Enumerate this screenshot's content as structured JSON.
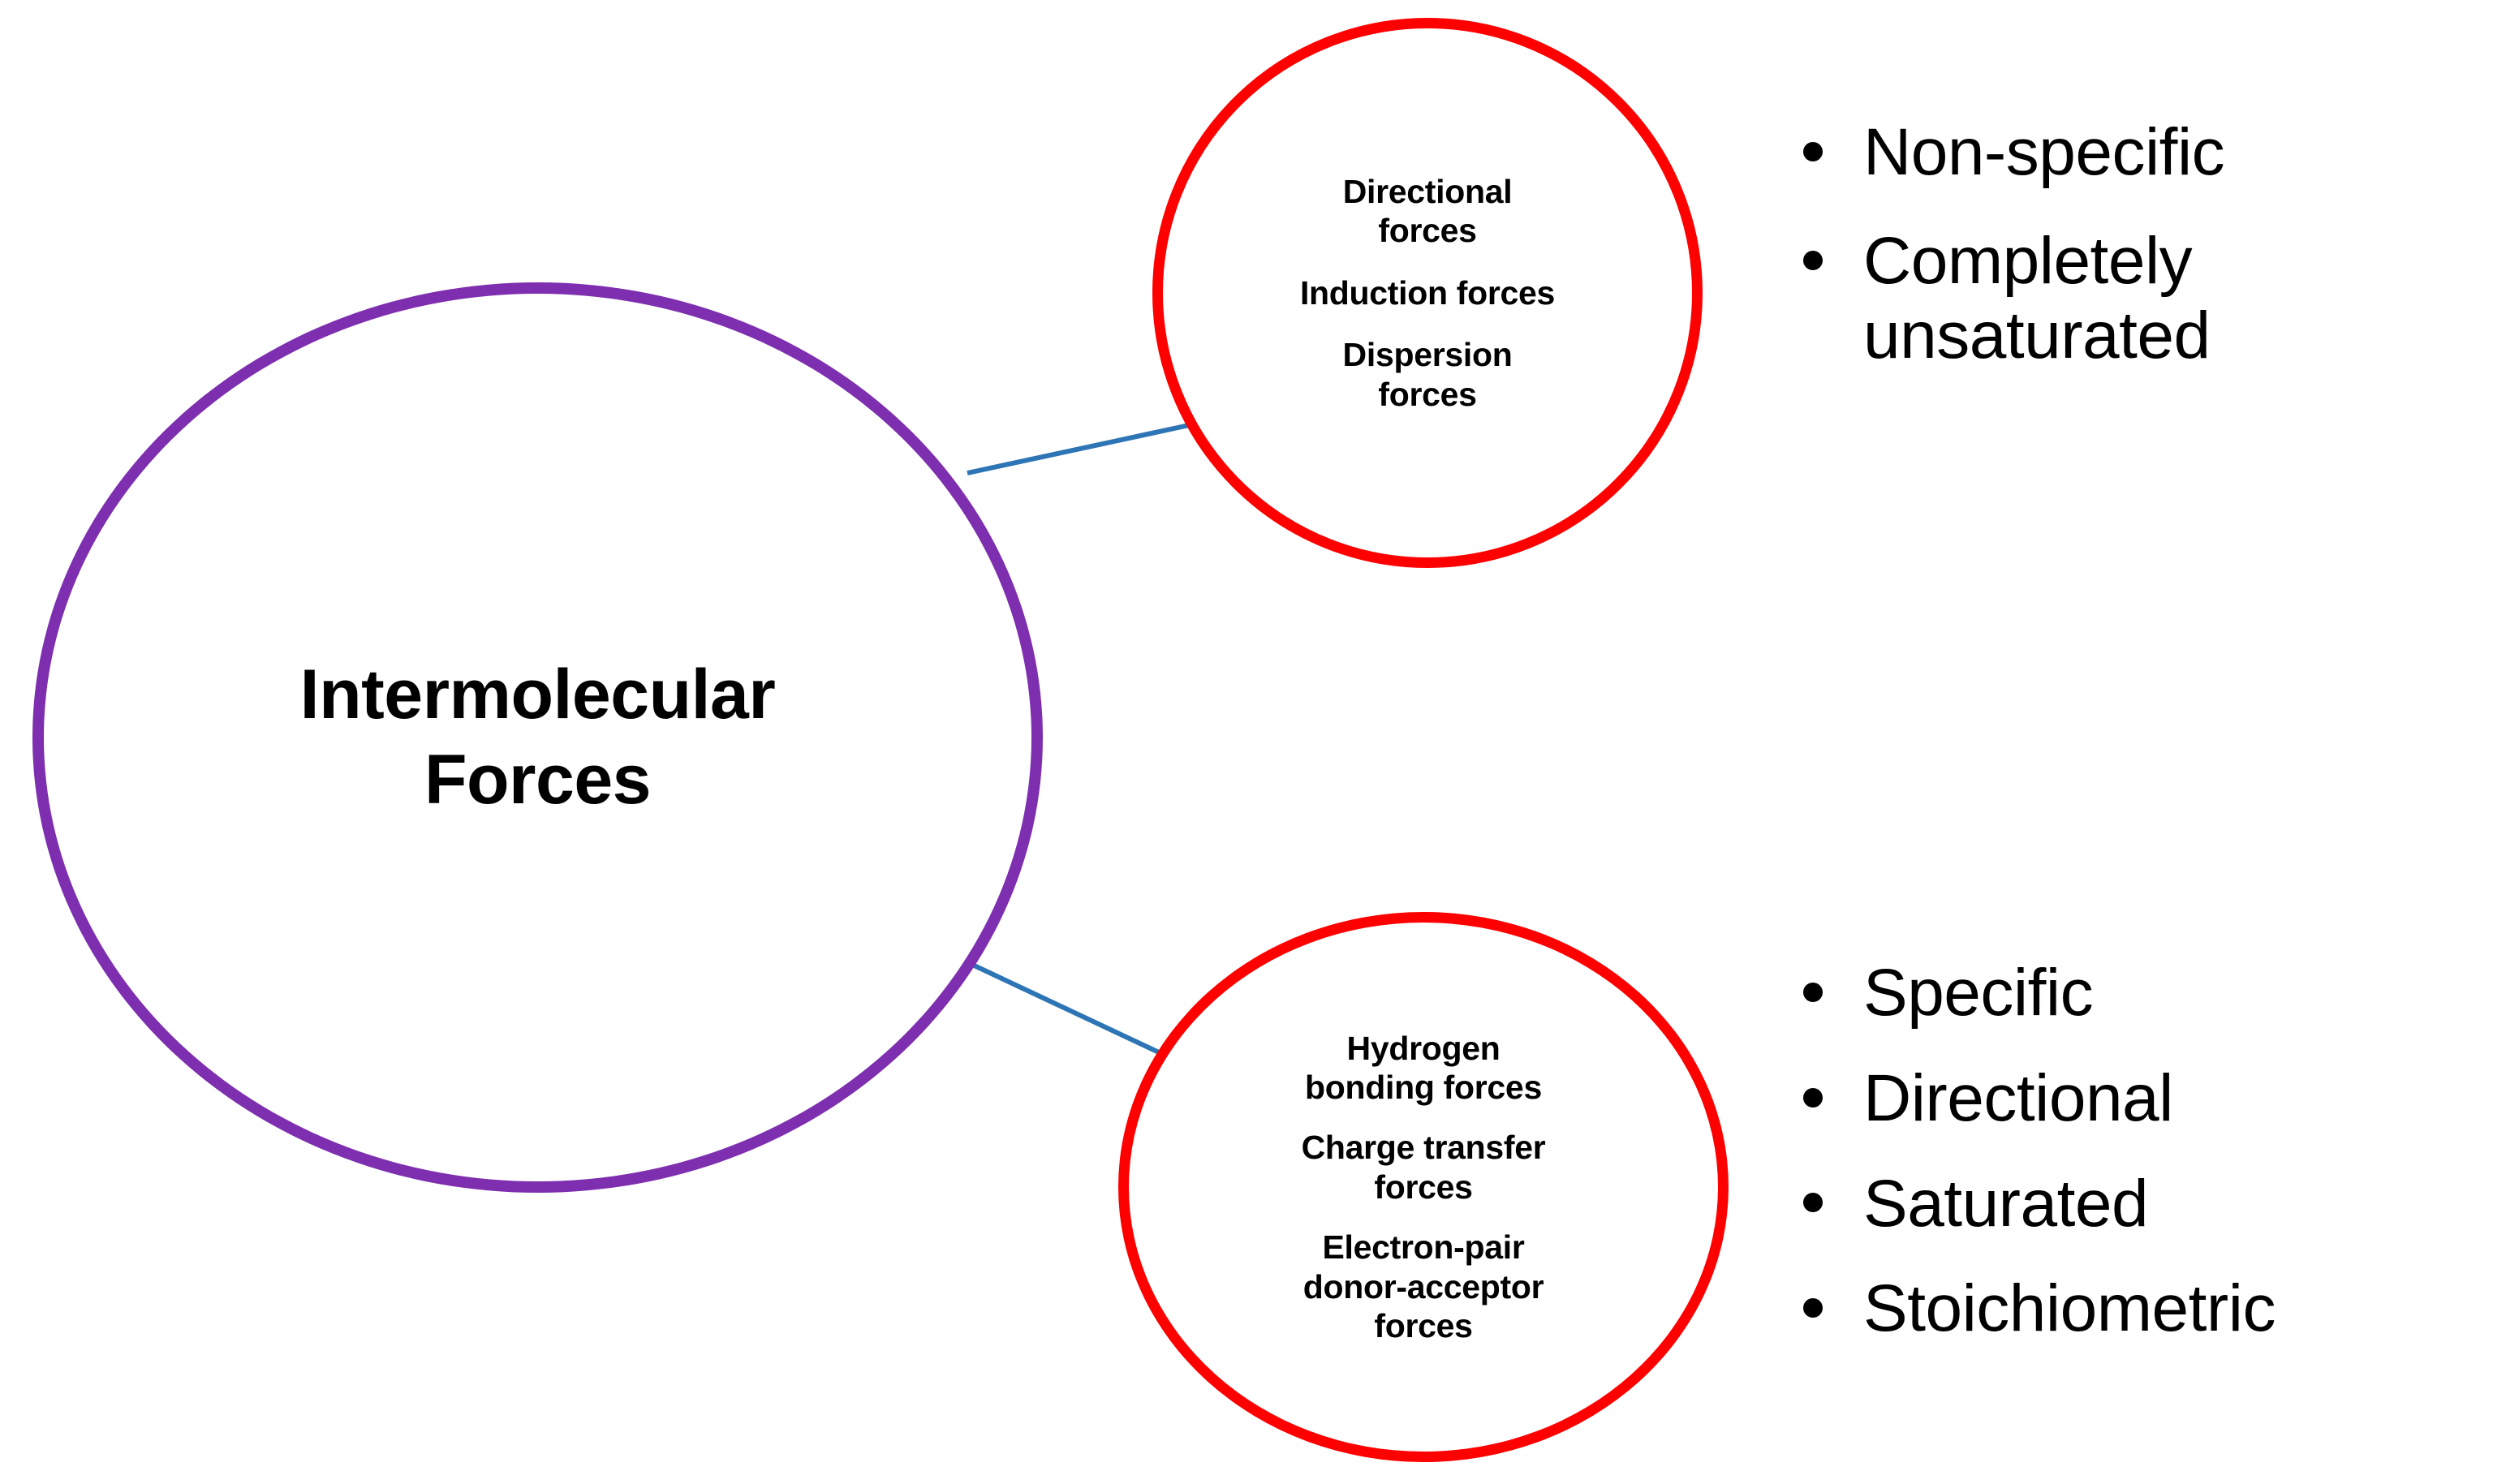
{
  "diagram": {
    "title": "Intermolecular Forces",
    "colors": {
      "main_circle_stroke": "#7D2FAF",
      "branch_circle_stroke": "#FF0000",
      "connector_line": "#2E75B6",
      "text": "#000000",
      "background": "#FFFFFF"
    },
    "center_node": {
      "label": "Intermolecular\nForces"
    },
    "branches": [
      {
        "id": "physical-forces",
        "forces": [
          "Directional\nforces",
          "Induction forces",
          "Dispersion\nforces"
        ],
        "properties": [
          "Non-specific",
          "Completely\nunsaturated"
        ]
      },
      {
        "id": "chemical-forces",
        "forces": [
          "Hydrogen\nbonding forces",
          "Charge transfer\nforces",
          "Electron-pair\ndonor-acceptor\nforces"
        ],
        "properties": [
          "Specific",
          "Directional",
          "Saturated",
          "Stoichiometric"
        ]
      }
    ]
  }
}
